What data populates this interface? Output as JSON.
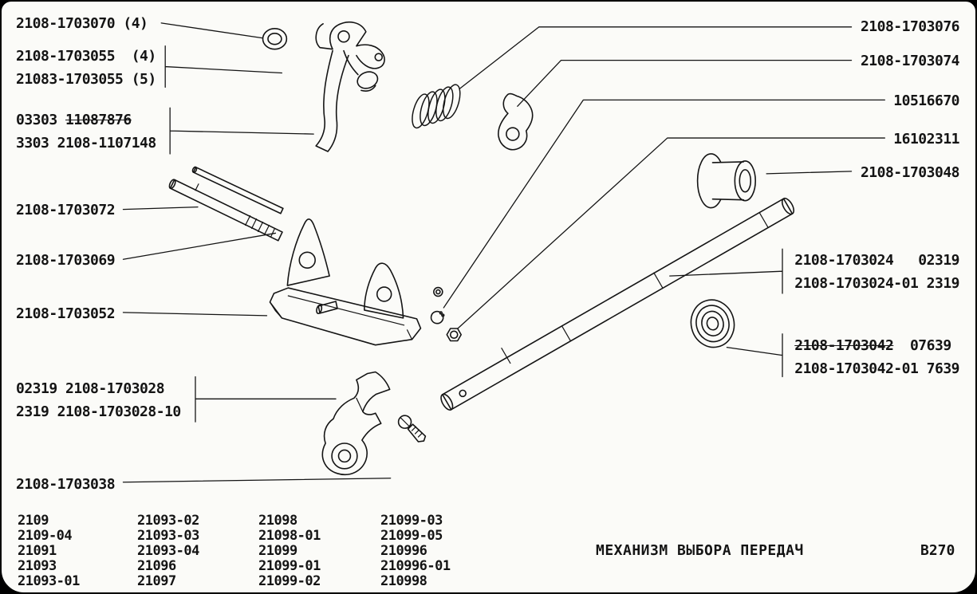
{
  "callouts": {
    "left": [
      {
        "line1": "2108-1703070 (4)"
      },
      {
        "line1": "2108-1703055  (4)",
        "line2": "21083-1703055 (5)"
      },
      {
        "prefix": "03303 ",
        "struck": "11087876",
        "line2": "3303 2108-1107148"
      },
      {
        "line1": "2108-1703072"
      },
      {
        "line1": "2108-1703069"
      },
      {
        "line1": "2108-1703052"
      },
      {
        "line1": "02319 2108-1703028",
        "line2": "2319 2108-1703028-10"
      },
      {
        "line1": "2108-1703038"
      }
    ],
    "right": [
      {
        "line1": "2108-1703076"
      },
      {
        "line1": "2108-1703074"
      },
      {
        "line1": "10516670"
      },
      {
        "line1": "16102311"
      },
      {
        "line1": "2108-1703048"
      },
      {
        "line1": "2108-1703024   02319",
        "line2": "2108-1703024-01 2319"
      },
      {
        "struck": "2108-1703042",
        "suffix": "  07639",
        "line2": "2108-1703042-01 7639"
      }
    ]
  },
  "applicability_table": {
    "columns": [
      [
        "2109",
        "2109-04",
        "21091",
        "21093",
        "21093-01"
      ],
      [
        "21093-02",
        "21093-03",
        "21093-04",
        "21096",
        "21097"
      ],
      [
        "21098",
        "21098-01",
        "21099",
        "21099-01",
        "21099-02"
      ],
      [
        "21099-03",
        "21099-05",
        "210996",
        "210996-01",
        "210998"
      ]
    ]
  },
  "footer": {
    "title": "МЕХАНИЗМ ВЫБОРА ПЕРЕДАЧ",
    "sheet_code": "В270"
  }
}
